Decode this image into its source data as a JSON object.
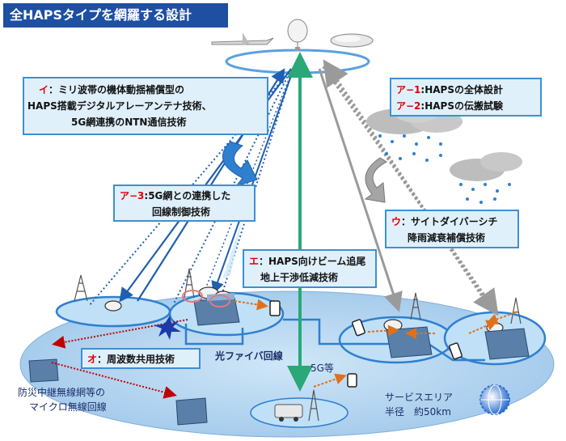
{
  "title": "全HAPSタイプを網羅する設計",
  "labels": {
    "i": {
      "tag": "イ",
      "sep": "：",
      "lines": [
        "ミリ波帯の機体動揺補償型の",
        "HAPS搭載デジタルアレーアンテナ技術、",
        "5G網連携のNTN通信技術"
      ]
    },
    "a12": {
      "tag1": "ア−1",
      "text1": ":HAPSの全体設計",
      "tag2": "ア−2",
      "text2": ":HAPSの伝搬試験"
    },
    "a3": {
      "tag": "ア−3",
      "text1": ":5G網との連携した",
      "text2": "回線制御技術"
    },
    "u": {
      "tag": "ウ",
      "text1": "：サイトダイバーシチ",
      "text2": "降雨減衰補償技術"
    },
    "e": {
      "tag": "エ",
      "text1": "：HAPS向けビーム追尾",
      "text2": "地上干渉低減技術"
    },
    "o": {
      "tag": "オ",
      "text1": "：周波数共用技術"
    }
  },
  "ground": {
    "fiber": "光ファイバ回線",
    "fiveg": "5G等",
    "microwave1": "防災中継無線網等の",
    "microwave2": "マイクロ無線回線",
    "service1": "サービスエリア",
    "service2": "半径　約50km"
  },
  "colors": {
    "title_bg": "#1d4fa3",
    "box_border": "#3e8fd4",
    "box_fill": "#dff0fb",
    "accent_red": "#e00000",
    "uplink_green": "#2aa878"
  }
}
